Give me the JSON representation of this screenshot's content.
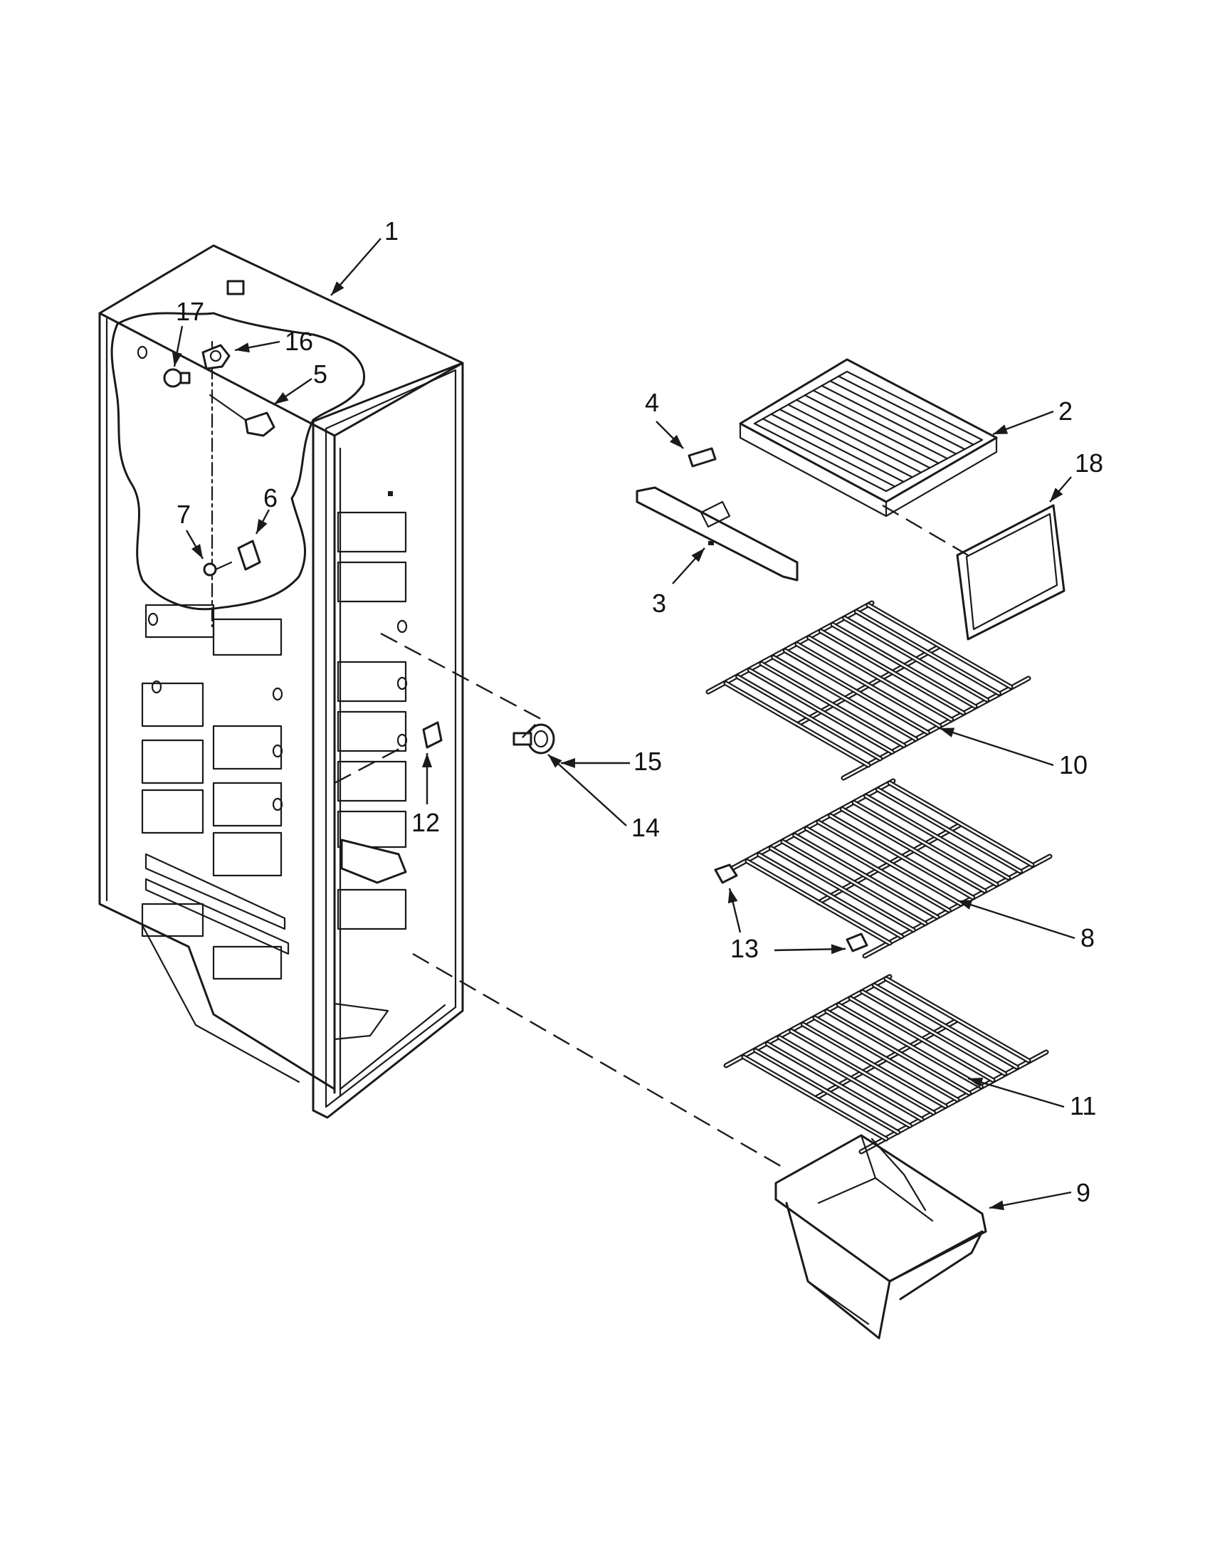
{
  "callouts": [
    {
      "id": "p1",
      "text": "1"
    },
    {
      "id": "p2",
      "text": "2"
    },
    {
      "id": "p3",
      "text": "3"
    },
    {
      "id": "p4",
      "text": "4"
    },
    {
      "id": "p5",
      "text": "5"
    },
    {
      "id": "p6",
      "text": "6"
    },
    {
      "id": "p7",
      "text": "7"
    },
    {
      "id": "p8",
      "text": "8"
    },
    {
      "id": "p9",
      "text": "9"
    },
    {
      "id": "p10",
      "text": "10"
    },
    {
      "id": "p11",
      "text": "11"
    },
    {
      "id": "p12",
      "text": "12"
    },
    {
      "id": "p13",
      "text": "13"
    },
    {
      "id": "p14",
      "text": "14"
    },
    {
      "id": "p15",
      "text": "15"
    },
    {
      "id": "p16",
      "text": "16"
    },
    {
      "id": "p17",
      "text": "17"
    },
    {
      "id": "p18",
      "text": "18"
    }
  ]
}
